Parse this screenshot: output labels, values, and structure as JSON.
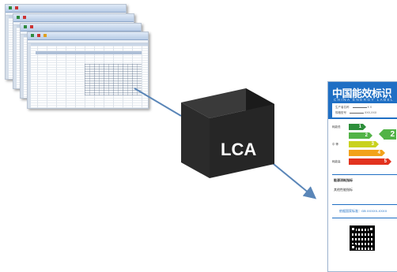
{
  "cube": {
    "label": "LCA"
  },
  "energy_label": {
    "title": "中国能效标识",
    "subtitle": "CHINA ENERGY LABEL",
    "info_rows": [
      {
        "key": "生产者名称",
        "value": "X X"
      },
      {
        "key": "规格型号",
        "value": "XXX-XXX"
      }
    ],
    "scale_top_label": "耗能低",
    "scale_middle_label": "中 等",
    "scale_bottom_label": "耗能高",
    "grades": [
      {
        "number": "1",
        "color": "#2d8f3b"
      },
      {
        "number": "2",
        "color": "#52b347"
      },
      {
        "number": "3",
        "color": "#c9d21e"
      },
      {
        "number": "4",
        "color": "#f2a21a"
      },
      {
        "number": "5",
        "color": "#e2331f"
      }
    ],
    "current_grade": "2",
    "section_title": "能源消耗指标",
    "section_text": "其他性能指标",
    "standard_text": "依据国家标准：GB XXXXX-XXXX"
  },
  "colors": {
    "arrow": "#5a86b8",
    "label_blue": "#1f6fc4",
    "cube_face": "#2a2a2a"
  }
}
